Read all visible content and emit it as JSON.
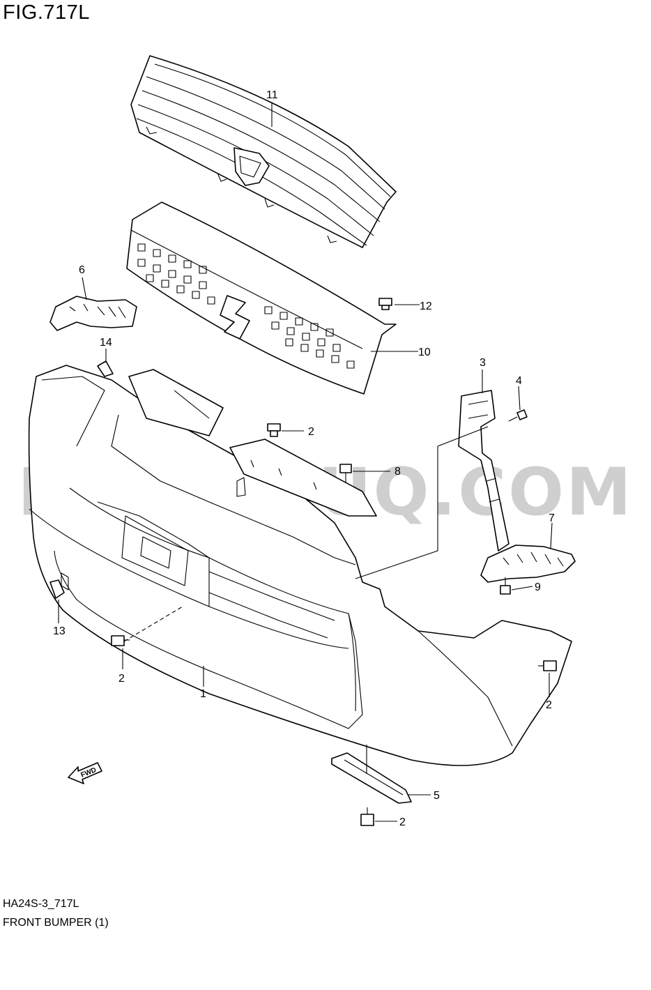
{
  "figure": {
    "title": "FIG.717L",
    "code": "HA24S-3_717L",
    "name": "FRONT BUMPER (1)",
    "watermark": "PARTSOUQ.COM",
    "direction_marker": "FWD"
  },
  "callouts": {
    "c1": "1",
    "c2a": "2",
    "c2b": "2",
    "c2c": "2",
    "c2d": "2",
    "c3": "3",
    "c4": "4",
    "c5": "5",
    "c6": "6",
    "c7": "7",
    "c8": "8",
    "c9": "9",
    "c10": "10",
    "c11": "11",
    "c12": "12",
    "c13": "13",
    "c14": "14"
  }
}
